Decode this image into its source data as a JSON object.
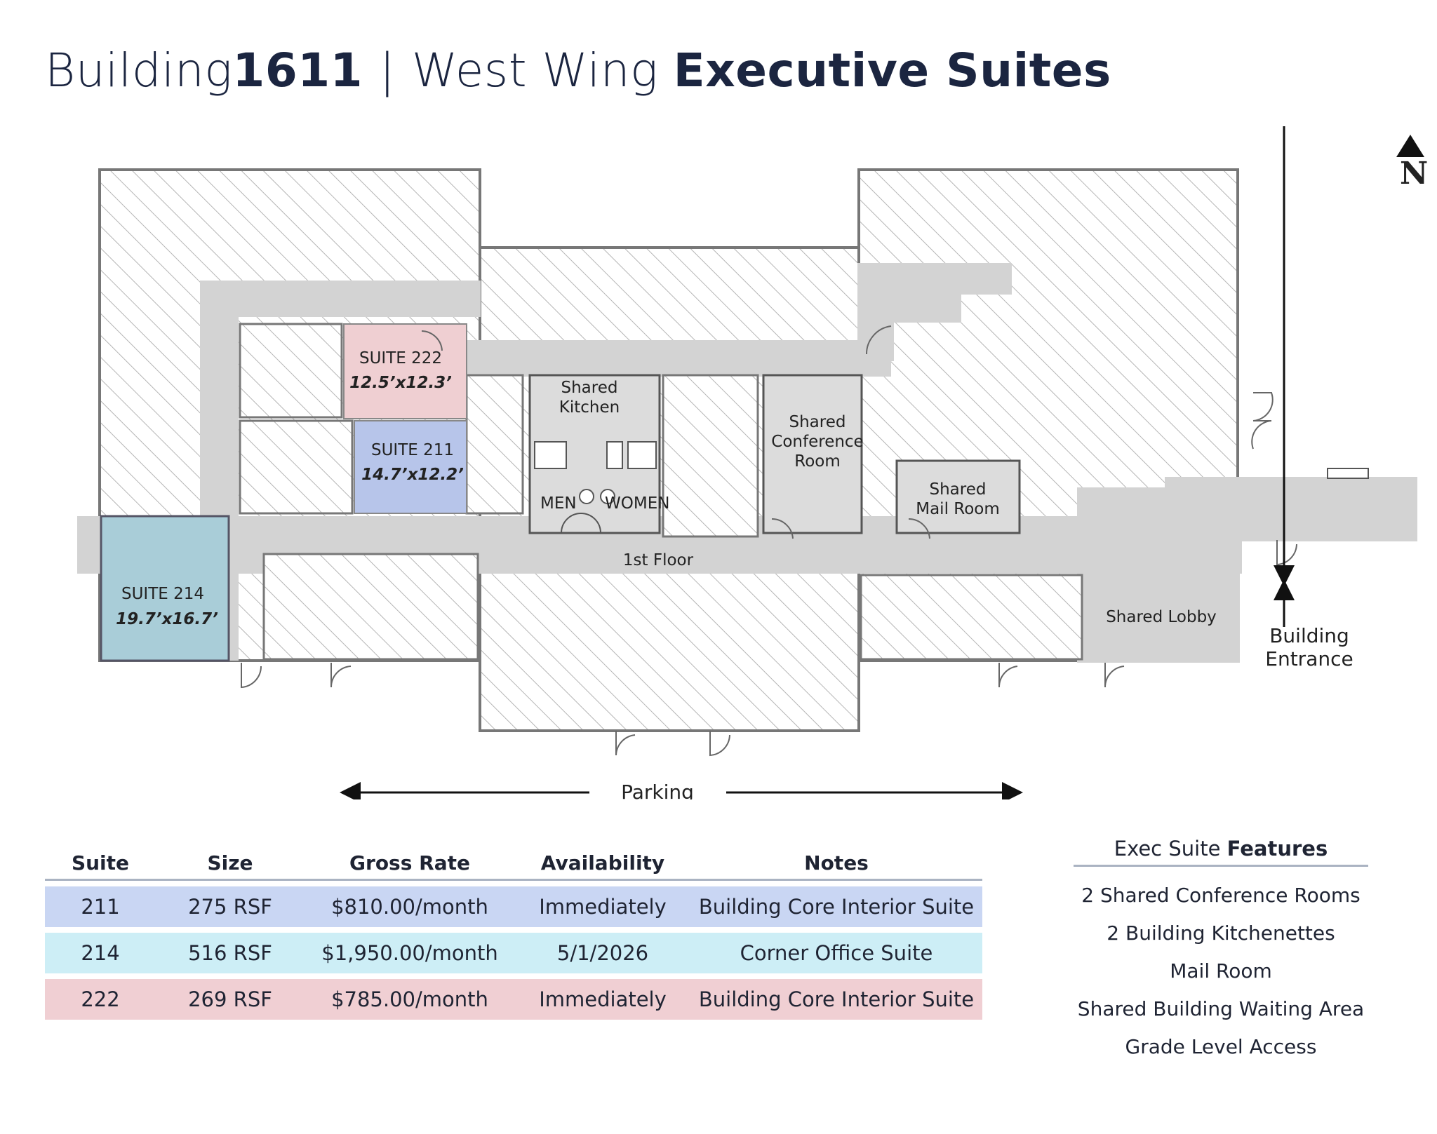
{
  "title": {
    "prefix": "Building",
    "number": "1611",
    "separator": "|",
    "wing": "West Wing",
    "emphasis": "Executive Suites"
  },
  "compass": {
    "letter": "N"
  },
  "floorplan": {
    "suite222": {
      "name": "SUITE 222",
      "size": "12.5’x12.3’",
      "color": "#efcfd2"
    },
    "suite211": {
      "name": "SUITE 211",
      "size": "14.7’x12.2’",
      "color": "#b7c5ea"
    },
    "suite214": {
      "name": "SUITE 214",
      "size": "19.7’x16.7’",
      "color": "#a9cdd8"
    },
    "kitchen": [
      "Shared",
      "Kitchen"
    ],
    "conference": [
      "Shared",
      "Conference",
      "Room"
    ],
    "mail": [
      "Shared",
      "Mail Room"
    ],
    "men": "MEN",
    "women": "WOMEN",
    "floor": "1st Floor",
    "lobby": "Shared Lobby",
    "entrance": [
      "Building",
      "Entrance"
    ],
    "parking": "Parking"
  },
  "table": {
    "headers": [
      "Suite",
      "Size",
      "Gross Rate",
      "Availability",
      "Notes"
    ],
    "rows": [
      [
        "211",
        "275 RSF",
        "$810.00/month",
        "Immediately",
        "Building Core Interior Suite"
      ],
      [
        "214",
        "516 RSF",
        "$1,950.00/month",
        "5/1/2026",
        "Corner Office Suite"
      ],
      [
        "222",
        "269 RSF",
        "$785.00/month",
        "Immediately",
        "Building Core Interior Suite"
      ]
    ],
    "row_colors": [
      "#c9d6f3",
      "#cdeef6",
      "#f0cfd3"
    ]
  },
  "features": {
    "heading_prefix": "Exec Suite",
    "heading_bold": "Features",
    "items": [
      "2 Shared Conference Rooms",
      "2 Building Kitchenettes",
      "Mail Room",
      "Shared Building Waiting Area",
      "Grade Level Access"
    ]
  }
}
